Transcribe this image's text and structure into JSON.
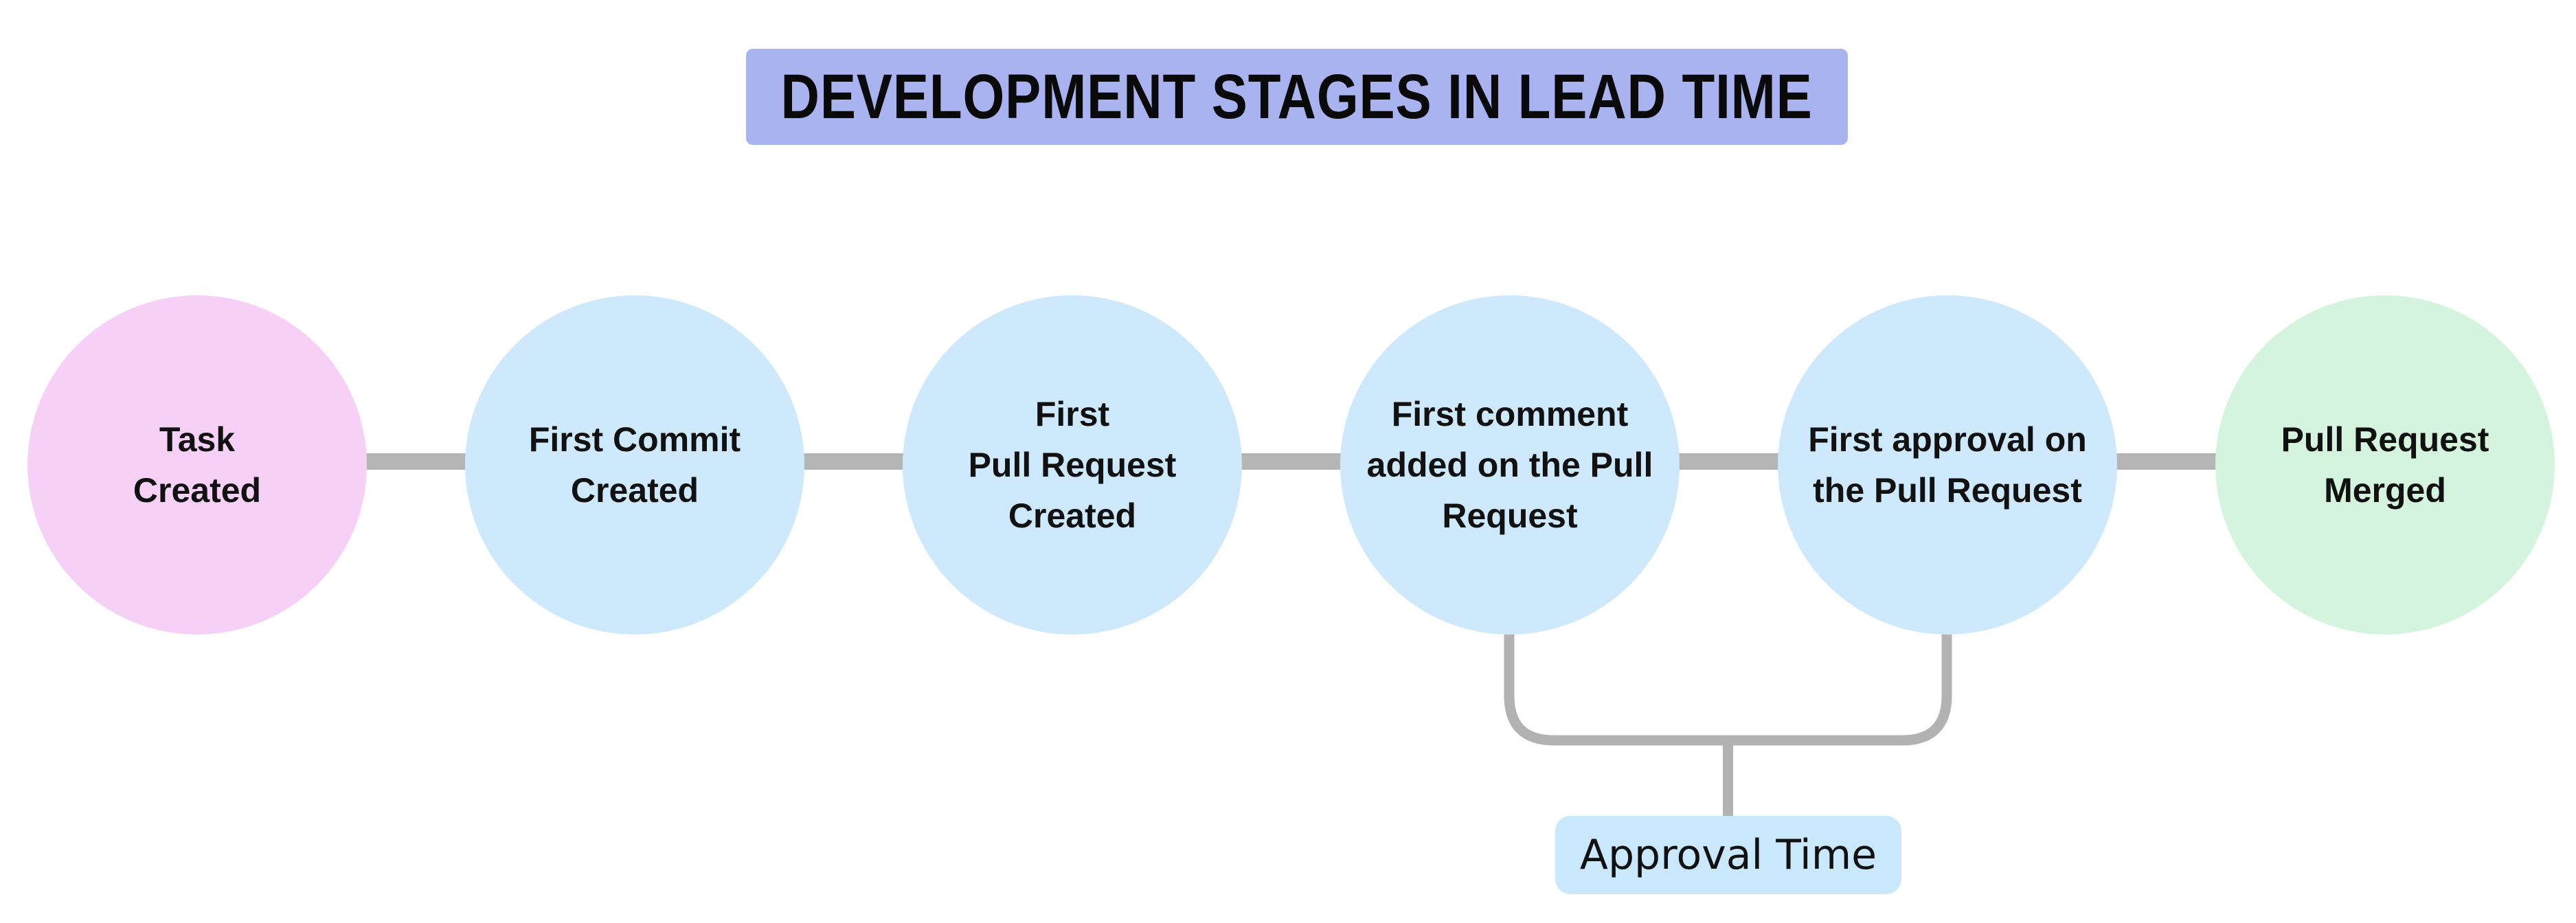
{
  "title": {
    "text": "DEVELOPMENT STAGES IN LEAD TIME",
    "bg": "#a9b3f0"
  },
  "stages": [
    {
      "label": "Task\nCreated",
      "color": "#f6d0f7"
    },
    {
      "label": "First Commit\nCreated",
      "color": "#cde9fb"
    },
    {
      "label": "First\nPull Request\nCreated",
      "color": "#cde9fb"
    },
    {
      "label": "First comment\nadded on the Pull\nRequest",
      "color": "#cde9fb"
    },
    {
      "label": "First approval on\nthe Pull Request",
      "color": "#cde9fb"
    },
    {
      "label": "Pull Request\nMerged",
      "color": "#d5f4de"
    }
  ],
  "bracket": {
    "label": "Approval Time",
    "bg": "#cae8fc",
    "connects": [
      "First comment added on the Pull Request",
      "First approval on the Pull Request"
    ]
  },
  "colors": {
    "connector": "#b5b5b5",
    "bracket_line": "#b2b2b2",
    "text": "#111111"
  }
}
